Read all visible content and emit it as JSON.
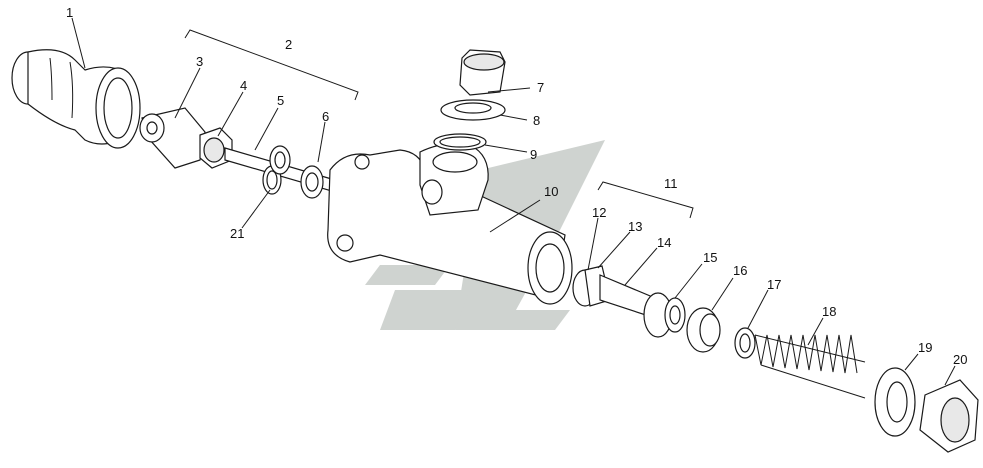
{
  "colors": {
    "line": "#1a1a1a",
    "watermark": "#cfd3d0",
    "background": "#ffffff"
  },
  "callouts": [
    {
      "id": "1",
      "text": "1"
    },
    {
      "id": "2",
      "text": "2"
    },
    {
      "id": "3",
      "text": "3"
    },
    {
      "id": "4",
      "text": "4"
    },
    {
      "id": "5",
      "text": "5"
    },
    {
      "id": "6",
      "text": "6"
    },
    {
      "id": "7",
      "text": "7"
    },
    {
      "id": "8",
      "text": "8"
    },
    {
      "id": "9",
      "text": "9"
    },
    {
      "id": "10",
      "text": "10"
    },
    {
      "id": "11",
      "text": "11"
    },
    {
      "id": "12",
      "text": "12"
    },
    {
      "id": "13",
      "text": "13"
    },
    {
      "id": "14",
      "text": "14"
    },
    {
      "id": "15",
      "text": "15"
    },
    {
      "id": "16",
      "text": "16"
    },
    {
      "id": "17",
      "text": "17"
    },
    {
      "id": "18",
      "text": "18"
    },
    {
      "id": "19",
      "text": "19"
    },
    {
      "id": "20",
      "text": "20"
    },
    {
      "id": "21",
      "text": "21"
    }
  ]
}
